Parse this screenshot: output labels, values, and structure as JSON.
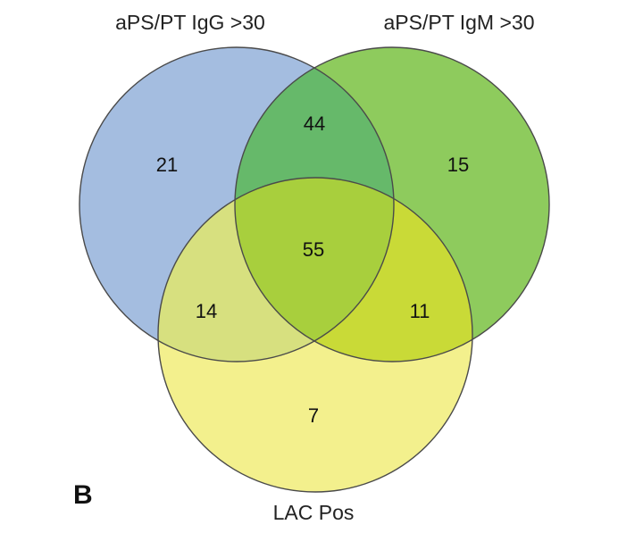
{
  "panel_label": "B",
  "sets": [
    {
      "key": "igg",
      "label": "aPS/PT IgG >30",
      "color": "#a4bde0"
    },
    {
      "key": "igm",
      "label": "aPS/PT IgM >30",
      "color": "#8ecb5d"
    },
    {
      "key": "lac",
      "label": "LAC Pos",
      "color": "#f3f08d"
    }
  ],
  "regions": {
    "igg_only": "21",
    "igm_only": "15",
    "lac_only": "7",
    "igg_igm": "44",
    "igg_lac": "14",
    "igm_lac": "11",
    "all_three": "55"
  },
  "colors": {
    "igg_only": "#a4bde0",
    "igm_only": "#8ecb5d",
    "lac_only": "#f3f08d",
    "igg_igm": "#66b96a",
    "igg_lac": "#d7e07f",
    "igm_lac": "#c9da37",
    "all_three": "#a8cf3d",
    "outline": "#4a4a4a"
  }
}
